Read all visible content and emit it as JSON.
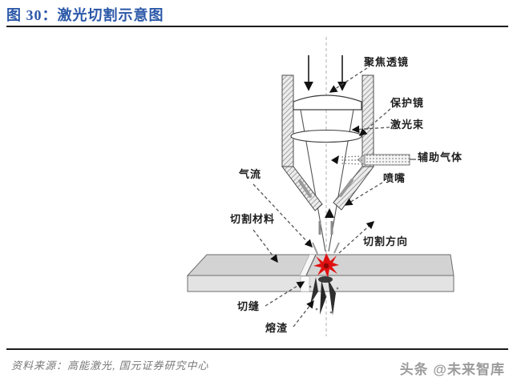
{
  "header": {
    "figure_label": "图 30：激光切割示意图"
  },
  "diagram": {
    "description": "激光切割示意图 (laser cutting schematic)",
    "labels": [
      {
        "id": "focusing-lens",
        "text": "聚焦透镜"
      },
      {
        "id": "protective-lens",
        "text": "保护镜"
      },
      {
        "id": "laser-beam",
        "text": "激光束"
      },
      {
        "id": "assist-gas",
        "text": "辅助气体"
      },
      {
        "id": "nozzle",
        "text": "喷嘴"
      },
      {
        "id": "gas-flow",
        "text": "气流"
      },
      {
        "id": "cutting-material",
        "text": "切割材料"
      },
      {
        "id": "cutting-direction",
        "text": "切割方向"
      },
      {
        "id": "kerf",
        "text": "切缝"
      },
      {
        "id": "slag",
        "text": "熔渣"
      }
    ]
  },
  "footer": {
    "source": "资料来源：高能激光, 国元证券研究中心",
    "watermark": "头条 @未来智库"
  },
  "colors": {
    "title_blue": "#2a57a8",
    "rule_black": "#1c1c1c",
    "spark_red": "#e01010",
    "plate_gray": "#d3d3d3",
    "label_dark": "#1d1d1d",
    "source_gray": "#787878",
    "watermark_gray": "#9b9b9b"
  }
}
